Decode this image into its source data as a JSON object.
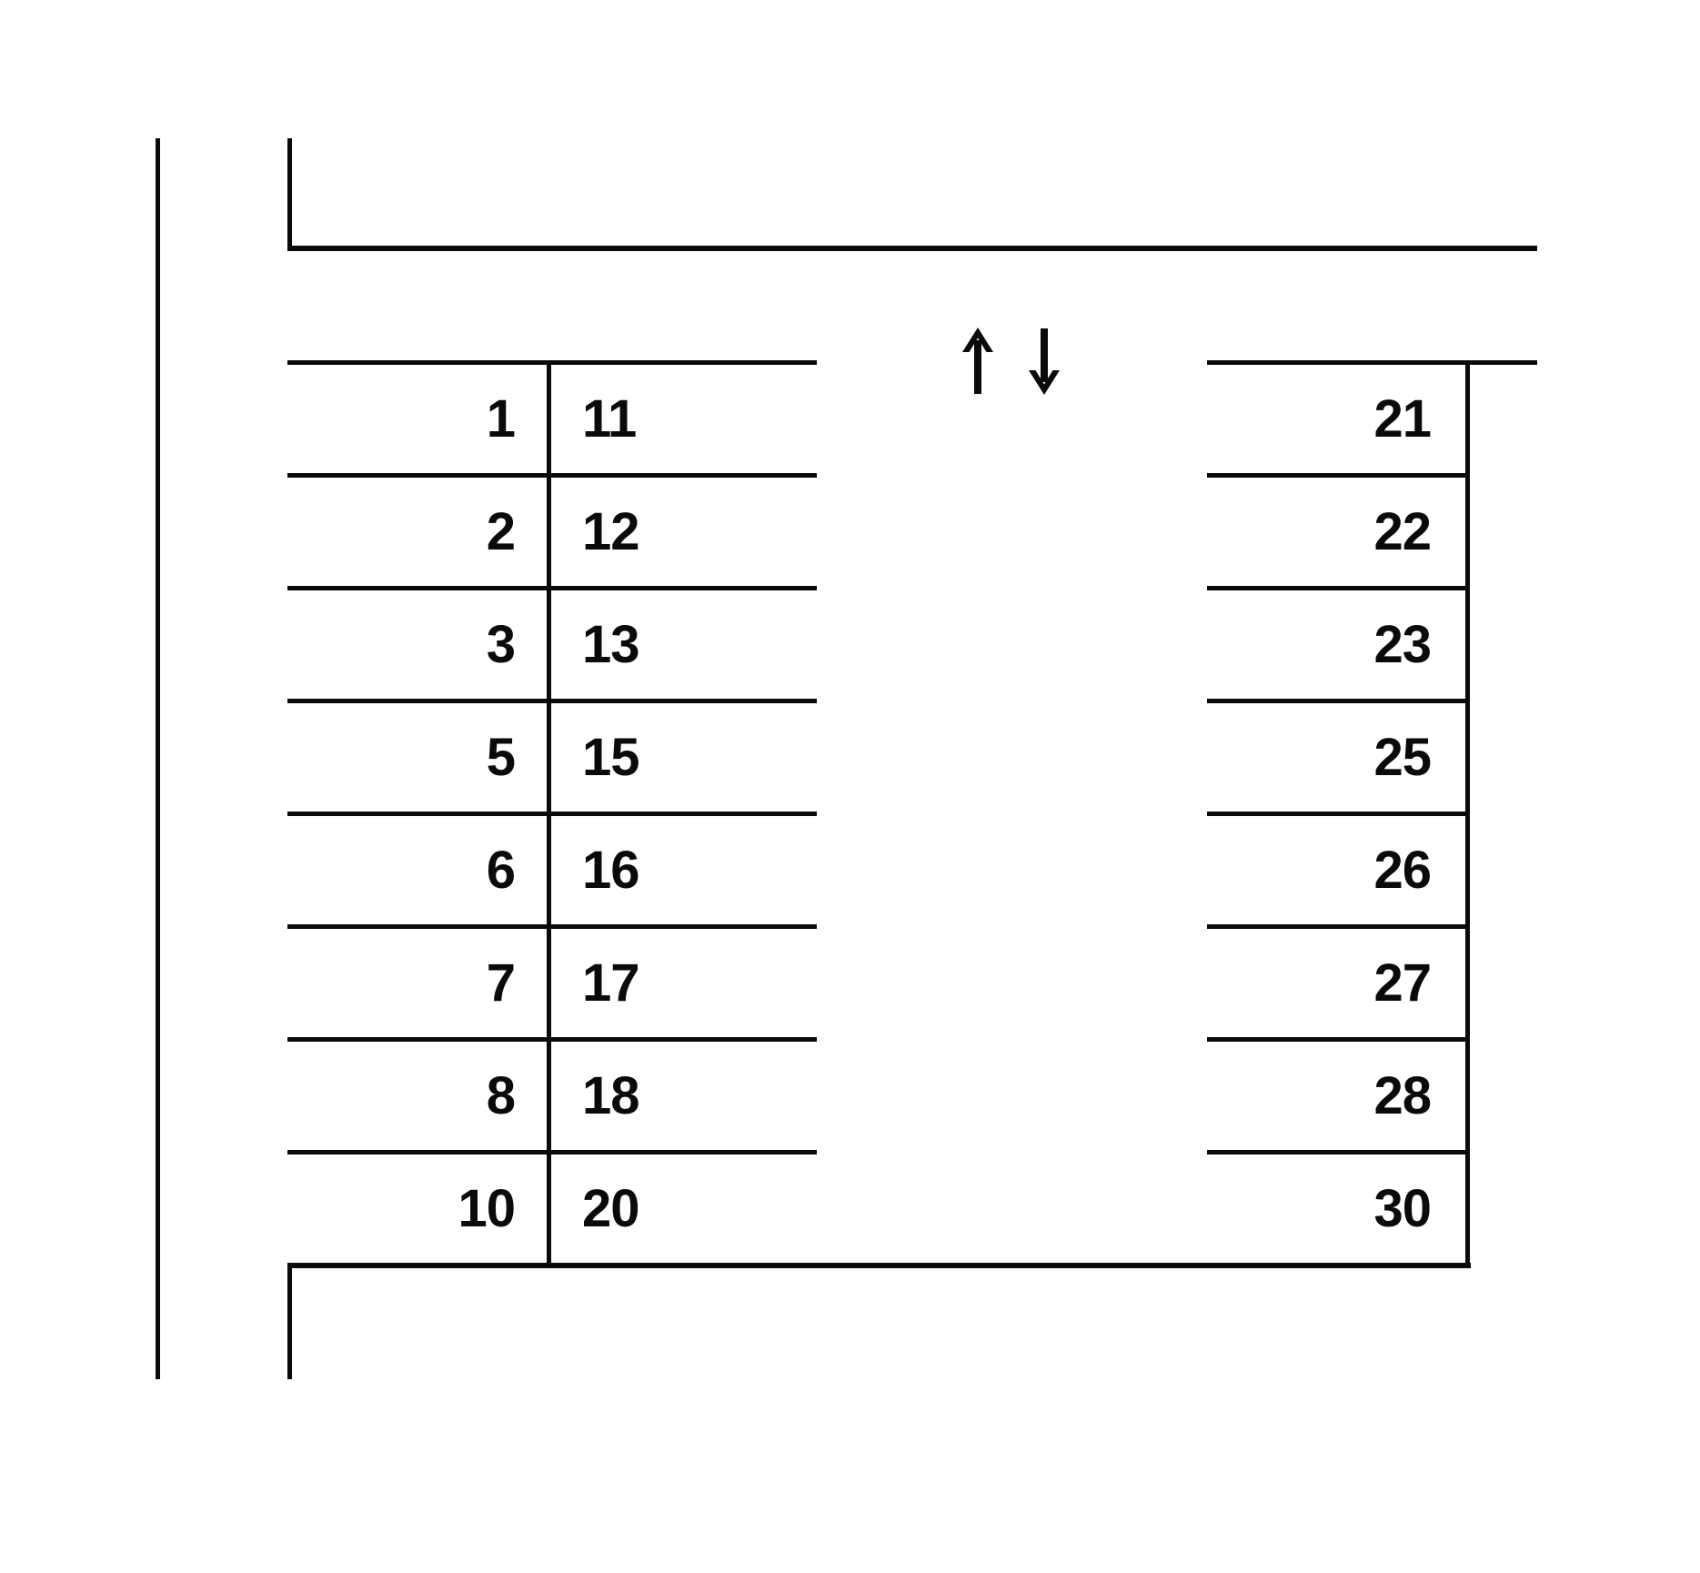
{
  "page": {
    "background": "#ffffff",
    "line_color": "#0a0a0a",
    "text_color": "#0a0a0a"
  },
  "icons": {
    "up_arrow": "↑",
    "down_arrow": "↓"
  },
  "lot": {
    "rows": [
      {
        "left": "1",
        "middle": "11",
        "right": "21"
      },
      {
        "left": "2",
        "middle": "12",
        "right": "22"
      },
      {
        "left": "3",
        "middle": "13",
        "right": "23"
      },
      {
        "left": "5",
        "middle": "15",
        "right": "25"
      },
      {
        "left": "6",
        "middle": "16",
        "right": "26"
      },
      {
        "left": "7",
        "middle": "17",
        "right": "27"
      },
      {
        "left": "8",
        "middle": "18",
        "right": "28"
      },
      {
        "left": "10",
        "middle": "20",
        "right": "30"
      }
    ]
  }
}
